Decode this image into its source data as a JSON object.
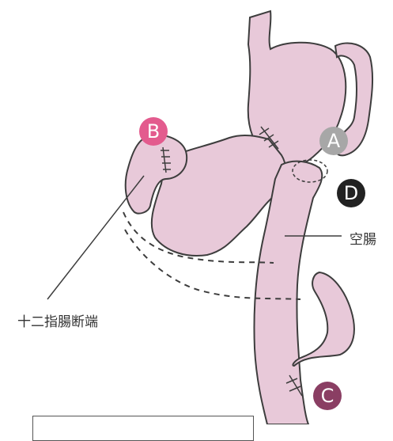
{
  "labels": {
    "jejunum": "空腸",
    "duodenal_stump": "十二指腸断端"
  },
  "markers": [
    {
      "id": "A",
      "text": "A",
      "color": "#a7a7a7"
    },
    {
      "id": "B",
      "text": "B",
      "color": "#e35b8e"
    },
    {
      "id": "C",
      "text": "C",
      "color": "#8a3e63"
    },
    {
      "id": "D",
      "text": "D",
      "color": "#222222"
    }
  ],
  "colors": {
    "organ_fill": "#e8c9d9",
    "outline": "#3d3d3d",
    "removed_area": "#ffffff"
  }
}
